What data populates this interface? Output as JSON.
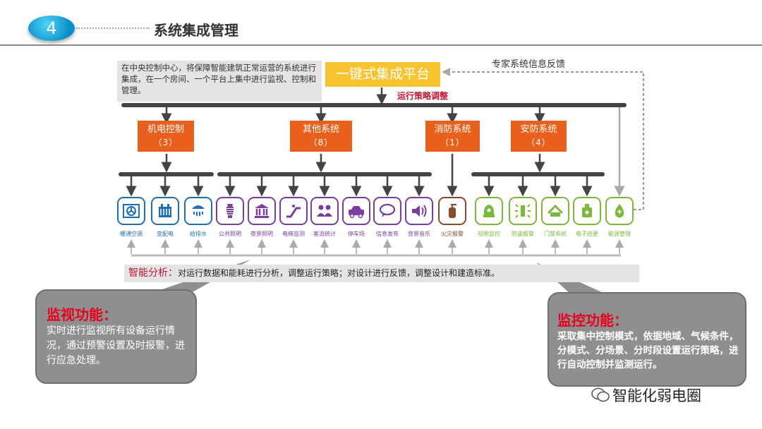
{
  "header": {
    "number": "4",
    "title": "系统集成管理"
  },
  "intro_text": "在中央控制中心，将保障智能建筑正常运营的系统进行集成，在一个房间、一个平台上集中进行监视、控制和管理。",
  "platform_label": "一键式集成平台",
  "feedback_label": "专家系统信息反馈",
  "strategy_label": "运行策略调整",
  "groups": [
    {
      "name": "机电控制",
      "count": "（3）"
    },
    {
      "name": "其他系统",
      "count": "（8）"
    },
    {
      "name": "消防系统",
      "count": "（1）"
    },
    {
      "name": "安防系统",
      "count": "（4）"
    }
  ],
  "icons": [
    {
      "label": "暖通空调",
      "icon": "fan-icon",
      "color": "#1f6fb2"
    },
    {
      "label": "变配电",
      "icon": "transformer-icon",
      "color": "#1f6fb2"
    },
    {
      "label": "给排水",
      "icon": "shower-icon",
      "color": "#1f6fb2"
    },
    {
      "label": "公共照明",
      "icon": "bulb-icon",
      "color": "#7a3ea0"
    },
    {
      "label": "夜景照明",
      "icon": "landmark-icon",
      "color": "#7a3ea0"
    },
    {
      "label": "电梯监测",
      "icon": "escalator-icon",
      "color": "#7a3ea0"
    },
    {
      "label": "客流统计",
      "icon": "people-icon",
      "color": "#7a3ea0"
    },
    {
      "label": "停车场",
      "icon": "car-icon",
      "color": "#7a3ea0"
    },
    {
      "label": "信息发布",
      "icon": "speech-icon",
      "color": "#7a3ea0"
    },
    {
      "label": "背景音乐",
      "icon": "speaker-icon",
      "color": "#7a3ea0"
    },
    {
      "label": "火灾报警",
      "icon": "extinguisher-icon",
      "color": "#8b4a2b"
    },
    {
      "label": "视频监控",
      "icon": "camera-icon",
      "color": "#7cb83a"
    },
    {
      "label": "防盗报警",
      "icon": "alarm-icon",
      "color": "#7cb83a"
    },
    {
      "label": "门禁系统",
      "icon": "card-icon",
      "color": "#7cb83a"
    },
    {
      "label": "电子巡更",
      "icon": "patrol-icon",
      "color": "#7cb83a"
    },
    {
      "label": "能源管理",
      "icon": "drop-icon",
      "color": "#7cb83a"
    }
  ],
  "analysis": {
    "label": "智能分析：",
    "text": "对运行数据和能耗进行分析，调整运行策略；对设计进行反馈，调整设计和建造标准。"
  },
  "monitor": {
    "title": "监视功能：",
    "body": "实时进行监视所有设备运行情况，通过预警设置及时报警，进行应急处理。"
  },
  "control": {
    "title": "监控功能：",
    "body": "采取集中控制模式，依据地域、气候条件，分模式、分场景、分时段设置运行策略，进行自动控制并监测运行。"
  },
  "watermark": "智能化弱电圈"
}
